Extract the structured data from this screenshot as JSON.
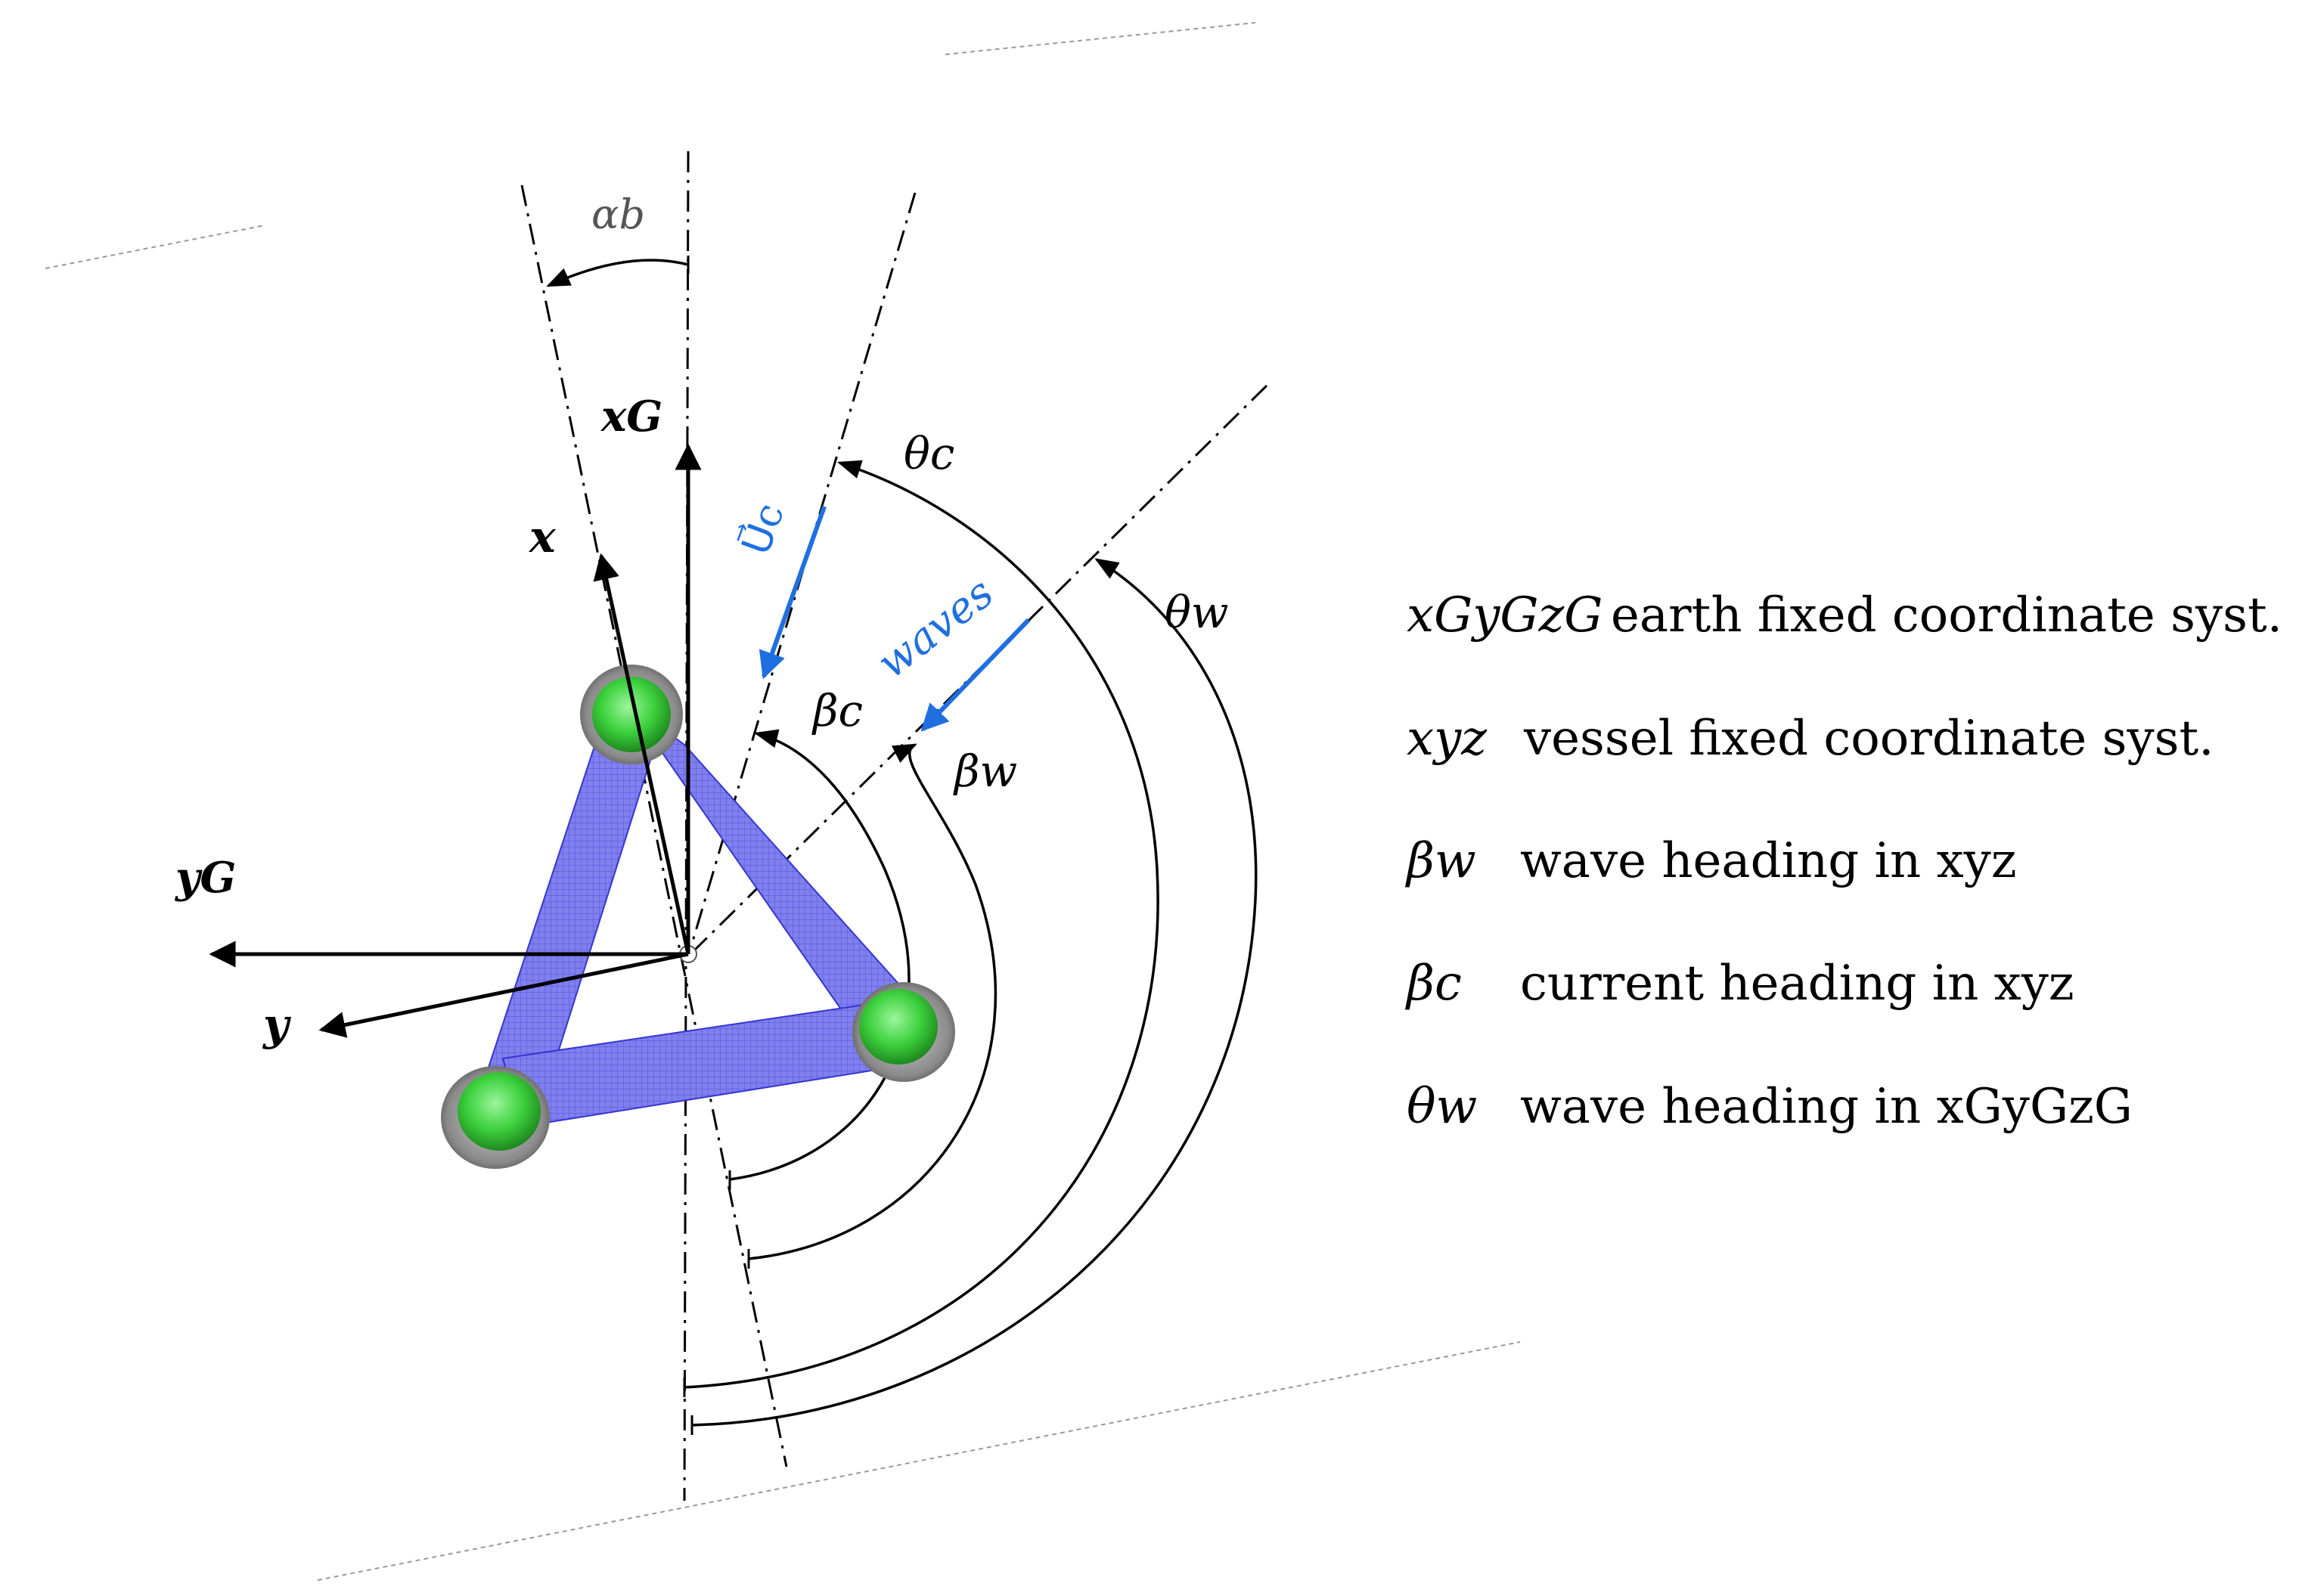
{
  "colors": {
    "line": "#000000",
    "accent_blue": "#1f6fe0",
    "frame_fill": "#7b7bea",
    "frame_dark": "#3535d0",
    "column_green": "#3ed23e",
    "column_rim": "#8a8a8a"
  },
  "labels": {
    "alpha_b": "αb",
    "theta_c": "θc",
    "theta_w": "θw",
    "beta_c": "βc",
    "beta_w": "βw",
    "x": "x",
    "y": "y",
    "x_g": "xG",
    "y_g": "yG",
    "u_c": "U⃗c",
    "waves": "waves"
  },
  "legend": [
    {
      "symbol": "xGyGzG",
      "text": "earth fixed coordinate syst."
    },
    {
      "symbol": "xyz",
      "text": "vessel fixed coordinate syst."
    },
    {
      "symbol": "βw",
      "text": "wave heading in  xyz"
    },
    {
      "symbol": "βc",
      "text": "current heading in  xyz"
    },
    {
      "symbol": "θw",
      "text": "wave heading in  xGyGzG"
    }
  ]
}
